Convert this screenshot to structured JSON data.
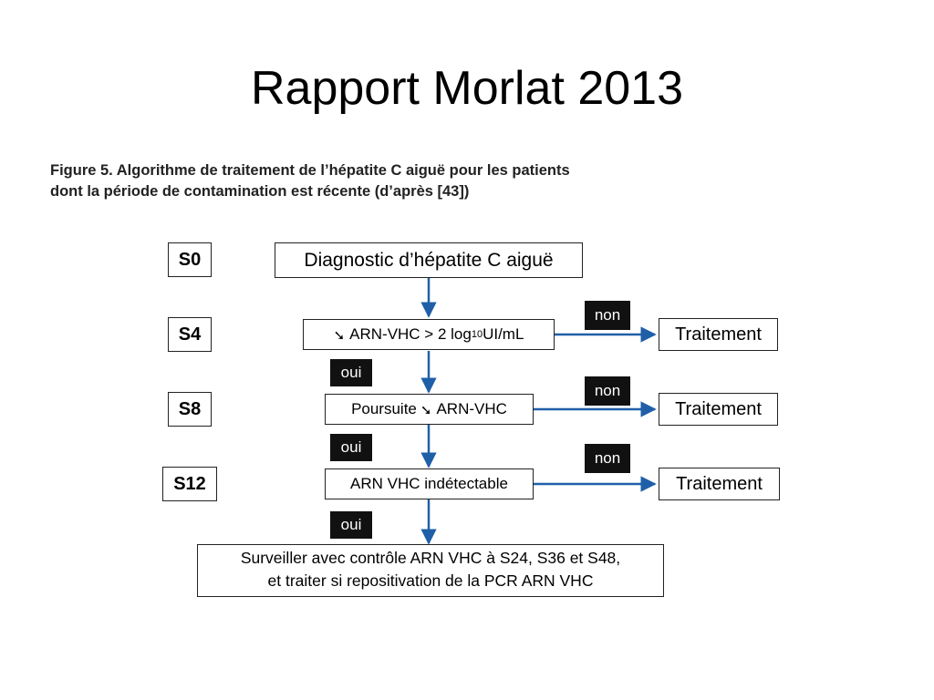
{
  "slide": {
    "title": "Rapport Morlat 2013"
  },
  "figure": {
    "caption_line1": "Figure 5. Algorithme de traitement de l’hépatite C aiguë pour les patients",
    "caption_line2": "dont la période de contamination est récente (d’après [43])"
  },
  "weeks": [
    "S0",
    "S4",
    "S8",
    "S12"
  ],
  "nodes": {
    "diagnosis": "Diagnostic d’hépatite C aiguë",
    "s4_arrow_icon": "down-right-arrow",
    "s4_prefix": "ARN-VHC > 2 log",
    "s4_subscript": "10",
    "s4_suffix": " UI/mL",
    "s8_prefix": "Poursuite ",
    "s8_suffix": " ARN-VHC",
    "s12": "ARN VHC indétectable",
    "final_line1": "Surveiller avec contrôle ARN VHC à S24, S36 et S48,",
    "final_line2": "et traiter si repositivation de la PCR ARN VHC"
  },
  "outcomes": {
    "treatment": "Traitement"
  },
  "tags": {
    "no": "non",
    "yes": "oui"
  },
  "colors": {
    "arrow": "#1f5fa8",
    "tag_bg": "#111111"
  }
}
